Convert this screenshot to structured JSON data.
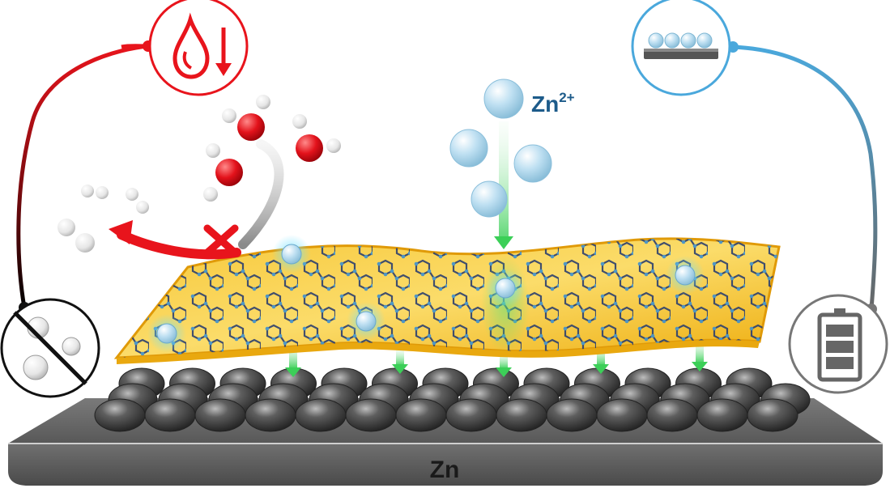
{
  "labels": {
    "substrate": "Zn",
    "ion_base": "Zn",
    "ion_charge": "2+"
  },
  "colors": {
    "water_repel": "#e8141c",
    "deposit": "#4aa8dc",
    "gas_inhibit": "#111111",
    "battery": "#777777",
    "film": "#f6c21e",
    "flux_arrow": "#3ccf58"
  },
  "icons": [
    "water-drop-down-icon",
    "uniform-deposition-icon",
    "no-gas-bubbles-icon",
    "battery-icon",
    "blocked-cross-icon"
  ]
}
